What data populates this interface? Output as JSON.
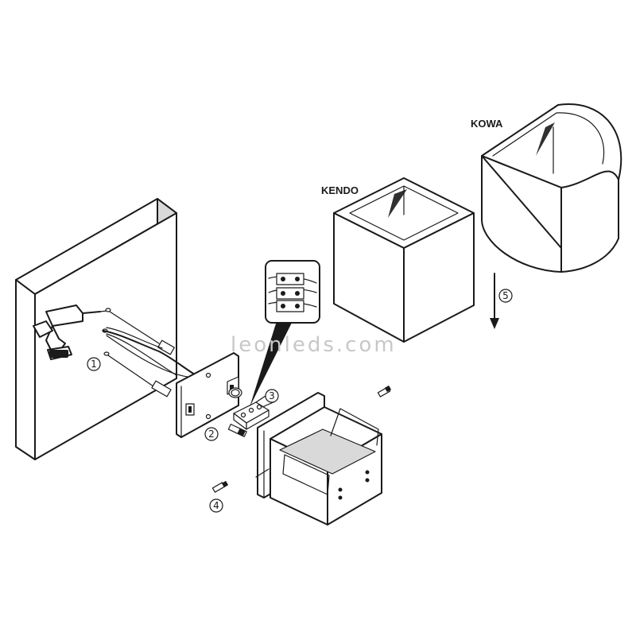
{
  "labels": {
    "kowa": "KOWA",
    "kendo": "KENDO"
  },
  "steps": {
    "step1": "1",
    "step2": "2",
    "step3": "3",
    "step4": "4",
    "step5": "5"
  },
  "watermark": "leonleds.com"
}
